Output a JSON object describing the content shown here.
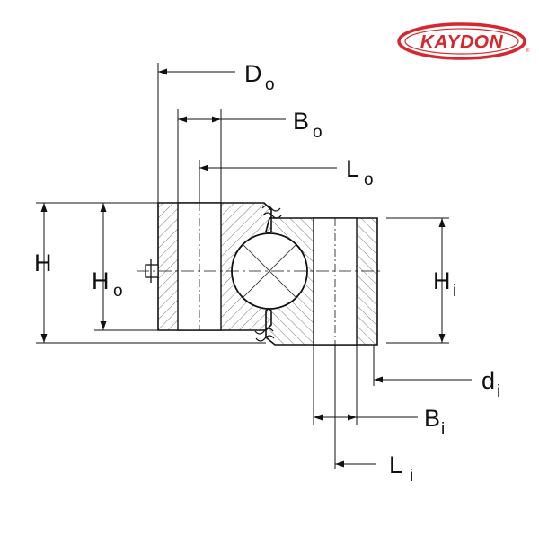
{
  "brand": {
    "name": "KAYDON",
    "mark": "®",
    "color": "#d7262d"
  },
  "dimensions": {
    "Do": {
      "main": "D",
      "sub": "o"
    },
    "Bo": {
      "main": "B",
      "sub": "o"
    },
    "Lo": {
      "main": "L",
      "sub": "o"
    },
    "H": {
      "main": "H",
      "sub": ""
    },
    "Ho": {
      "main": "H",
      "sub": "o"
    },
    "Hi": {
      "main": "H",
      "sub": "i"
    },
    "di": {
      "main": "d",
      "sub": "i"
    },
    "Bi": {
      "main": "B",
      "sub": "i"
    },
    "Li": {
      "main": "L",
      "sub": "i"
    }
  }
}
